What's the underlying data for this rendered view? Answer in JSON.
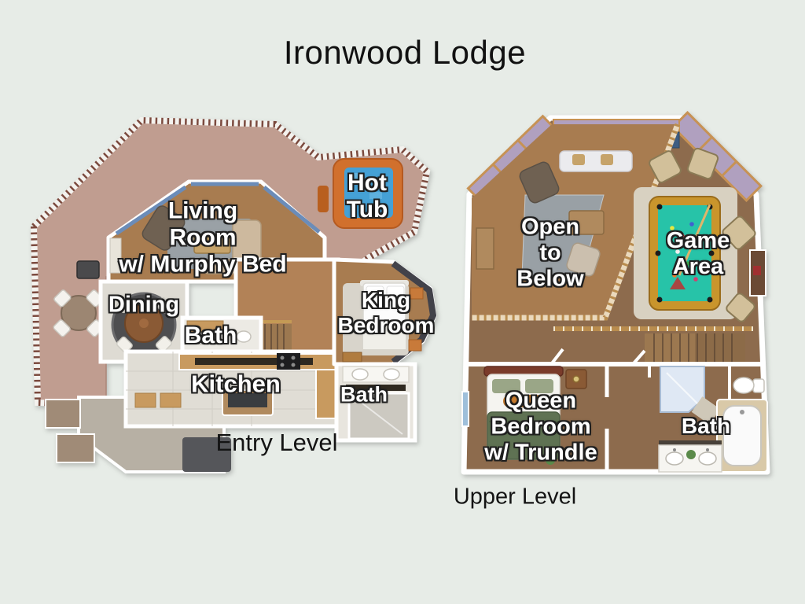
{
  "title": "Ironwood Lodge",
  "plans": {
    "entry": {
      "caption": "Entry Level",
      "labels": {
        "living_room": [
          "Living",
          "Room",
          "w/ Murphy Bed"
        ],
        "hot_tub": [
          "Hot",
          "Tub"
        ],
        "dining": "Dining",
        "bath_main": "Bath",
        "kitchen": "Kitchen",
        "king_bedroom": [
          "King",
          "Bedroom"
        ],
        "bath_ensuite": "Bath"
      }
    },
    "upper": {
      "caption": "Upper Level",
      "labels": {
        "open_to_below": [
          "Open",
          "to",
          "Below"
        ],
        "game_area": [
          "Game",
          "Area"
        ],
        "queen_bedroom": [
          "Queen",
          "Bedroom",
          "w/ Trundle"
        ],
        "bath": "Bath"
      }
    }
  },
  "colors": {
    "background": "#e7ece7",
    "deck": "#c09d90",
    "railing": "#7b4a3e",
    "wood_floor": "#a87c50",
    "upper_wood_floor": "#8d6b4d",
    "wall": "#ffffff",
    "tile": "#e0ddd5",
    "hot_tub_shell": "#d1702d",
    "hot_tub_water": "#45a1d6",
    "pool_table_rail": "#c9952c",
    "pool_table_felt": "#27c3a8",
    "queen_duvet": "#5f7253",
    "skylight": "#b0a0bf",
    "label_text": "#ffffff",
    "label_outline": "#1f1f1f",
    "caption_text": "#141414"
  }
}
